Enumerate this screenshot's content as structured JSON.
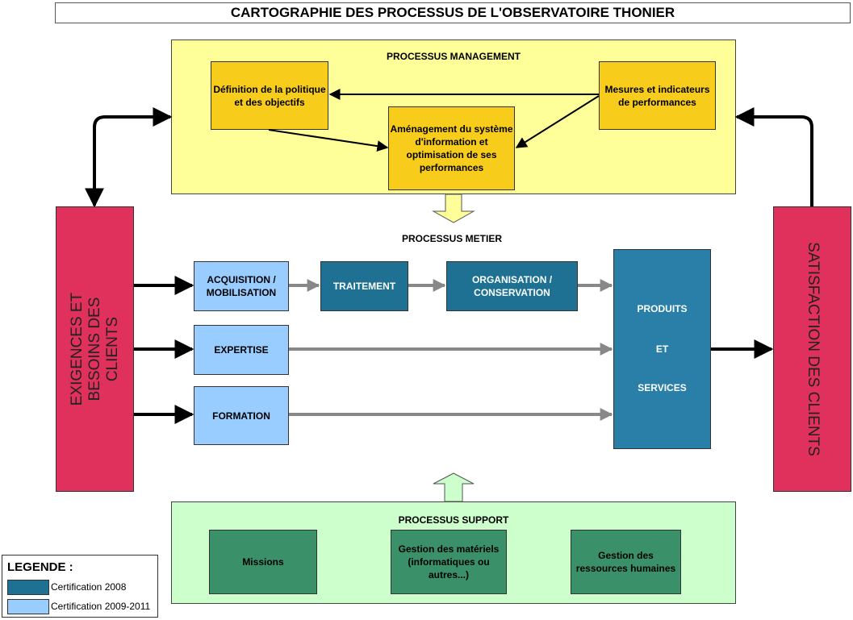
{
  "title": "CARTOGRAPHIE DES PROCESSUS DE L'OBSERVATOIRE THONIER",
  "management": {
    "label": "PROCESSUS MANAGEMENT",
    "definition": "Définition de la politique et des objectifs",
    "mesures": "Mesures et indicateurs de performances",
    "amenagement": "Aménagement du système d'information et optimisation de ses performances"
  },
  "metier": {
    "label": "PROCESSUS METIER",
    "acquisition": "ACQUISITION / MOBILISATION",
    "traitement": "TRAITEMENT",
    "organisation": "ORGANISATION / CONSERVATION",
    "expertise": "EXPERTISE",
    "formation": "FORMATION",
    "produits_line1": "PRODUITS",
    "produits_line2": "ET",
    "produits_line3": "SERVICES"
  },
  "clients": {
    "exigences_line1": "EXIGENCES ET",
    "exigences_line2": "BESOINS DES",
    "exigences_line3": "CLIENTS",
    "satisfaction": "SATISFACTION DES CLIENTS"
  },
  "support": {
    "label": "PROCESSUS SUPPORT",
    "missions": "Missions",
    "materiels": "Gestion des matériels (informatiques ou autres...)",
    "ressources": "Gestion des ressources humaines"
  },
  "legend": {
    "title": "LEGENDE :",
    "item1": "Certification 2008",
    "item2": "Certification 2009-2011"
  },
  "colors": {
    "management_bg": "#ffff99",
    "management_box": "#f8cc1b",
    "light_blue": "#99ccff",
    "dark_blue": "#1f7194",
    "pink": "#e0305c",
    "support_bg": "#ccffcc",
    "support_box": "#3a9068"
  }
}
